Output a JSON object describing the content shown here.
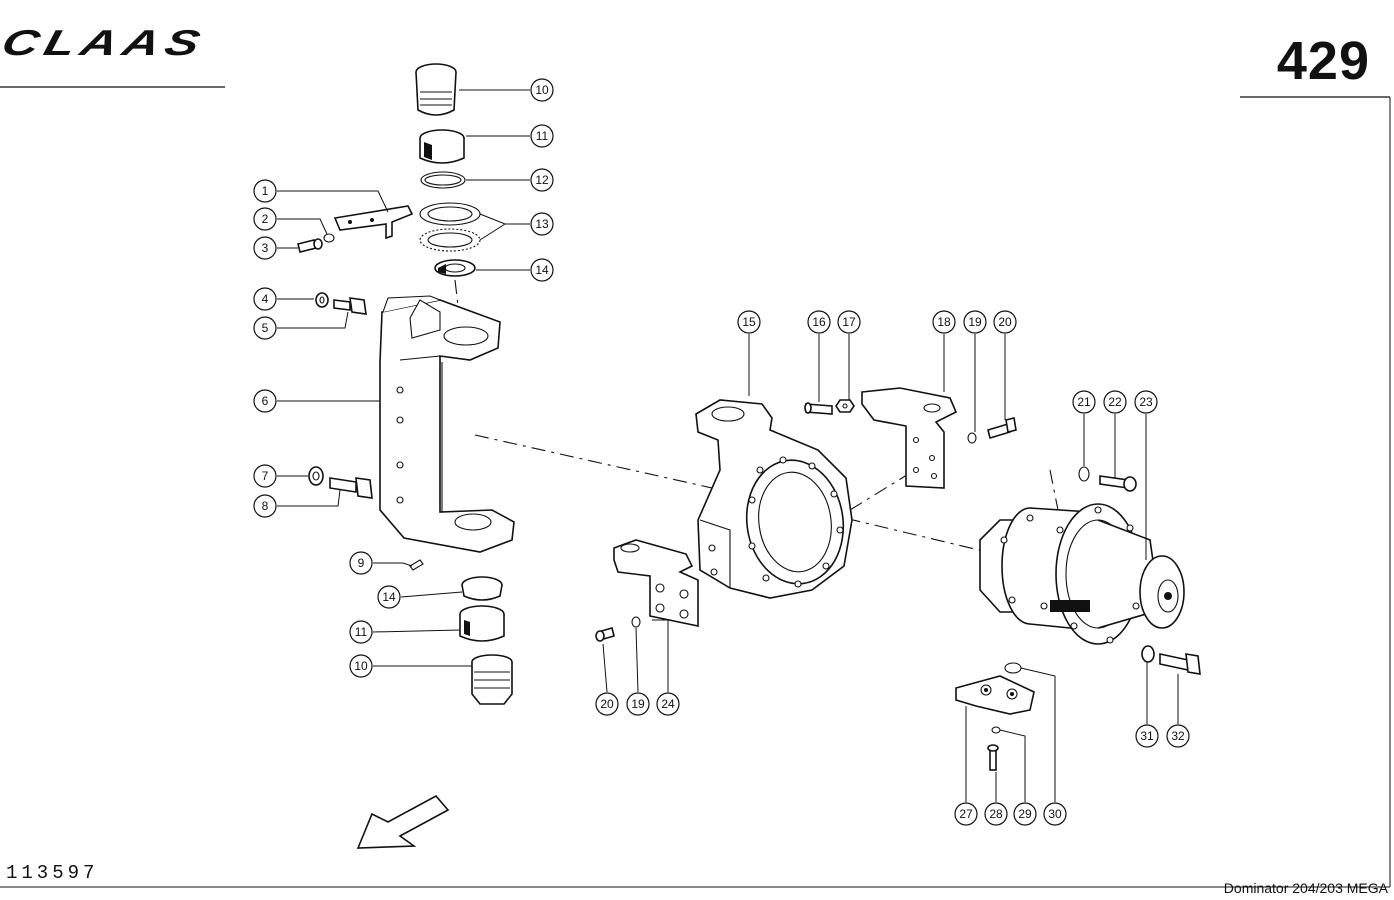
{
  "header": {
    "brand": "CLAAS",
    "page_number": "429"
  },
  "footer": {
    "document_id": "113597",
    "model": "Dominator 204/203 MEGA"
  },
  "callouts": [
    {
      "id": "c10a",
      "label": "10"
    },
    {
      "id": "c11a",
      "label": "11"
    },
    {
      "id": "c12",
      "label": "12"
    },
    {
      "id": "c13",
      "label": "13"
    },
    {
      "id": "c14a",
      "label": "14"
    },
    {
      "id": "c1",
      "label": "1"
    },
    {
      "id": "c2",
      "label": "2"
    },
    {
      "id": "c3",
      "label": "3"
    },
    {
      "id": "c4",
      "label": "4"
    },
    {
      "id": "c5",
      "label": "5"
    },
    {
      "id": "c6",
      "label": "6"
    },
    {
      "id": "c7",
      "label": "7"
    },
    {
      "id": "c8",
      "label": "8"
    },
    {
      "id": "c9",
      "label": "9"
    },
    {
      "id": "c14b",
      "label": "14"
    },
    {
      "id": "c11b",
      "label": "11"
    },
    {
      "id": "c10b",
      "label": "10"
    },
    {
      "id": "c15",
      "label": "15"
    },
    {
      "id": "c16",
      "label": "16"
    },
    {
      "id": "c17",
      "label": "17"
    },
    {
      "id": "c18",
      "label": "18"
    },
    {
      "id": "c19a",
      "label": "19"
    },
    {
      "id": "c20a",
      "label": "20"
    },
    {
      "id": "c21",
      "label": "21"
    },
    {
      "id": "c22",
      "label": "22"
    },
    {
      "id": "c23",
      "label": "23"
    },
    {
      "id": "c20b",
      "label": "20"
    },
    {
      "id": "c19b",
      "label": "19"
    },
    {
      "id": "c24",
      "label": "24"
    },
    {
      "id": "c31",
      "label": "31"
    },
    {
      "id": "c32",
      "label": "32"
    },
    {
      "id": "c27",
      "label": "27"
    },
    {
      "id": "c28",
      "label": "28"
    },
    {
      "id": "c29",
      "label": "29"
    },
    {
      "id": "c30",
      "label": "30"
    }
  ]
}
